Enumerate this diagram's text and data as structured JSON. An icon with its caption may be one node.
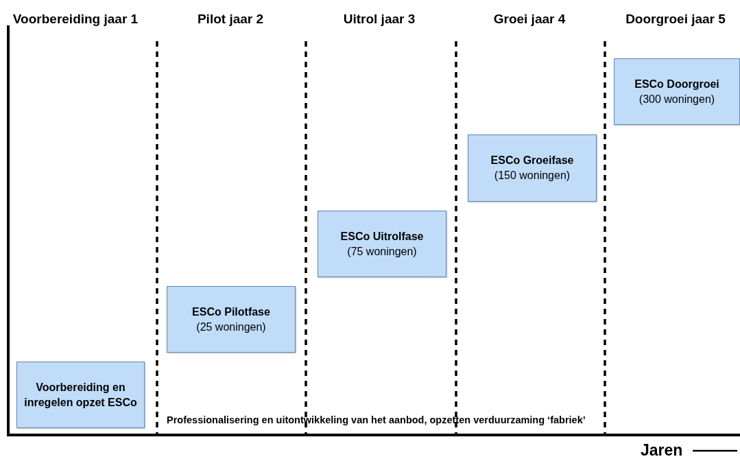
{
  "diagram": {
    "nodes": [
      {
        "text": [
          "Voorbereiding en inregelen opzet ESCo"
        ]
      },
      {
        "text": [
          "ESCo Pilotfase",
          "(25 woningen)"
        ]
      },
      {
        "text": [
          "ESCo Uitrolfase",
          "(75 woningen)"
        ]
      },
      {
        "text": [
          "ESCo Groeifase",
          "(150 woningen)"
        ]
      },
      {
        "text": [
          "ESCo Doorgroei",
          "(300 woningen)"
        ]
      }
    ],
    "labels": [
      "Voorbereiding jaar 1",
      "Pilot jaar 2",
      "Uitrol jaar 3",
      "Groei jaar 4",
      "Doorgroei jaar 5",
      "Professionalisering en uitontwikkeling van het aanbod, opzetten verduurzaming ‘fabriek’",
      "Jaren"
    ]
  }
}
